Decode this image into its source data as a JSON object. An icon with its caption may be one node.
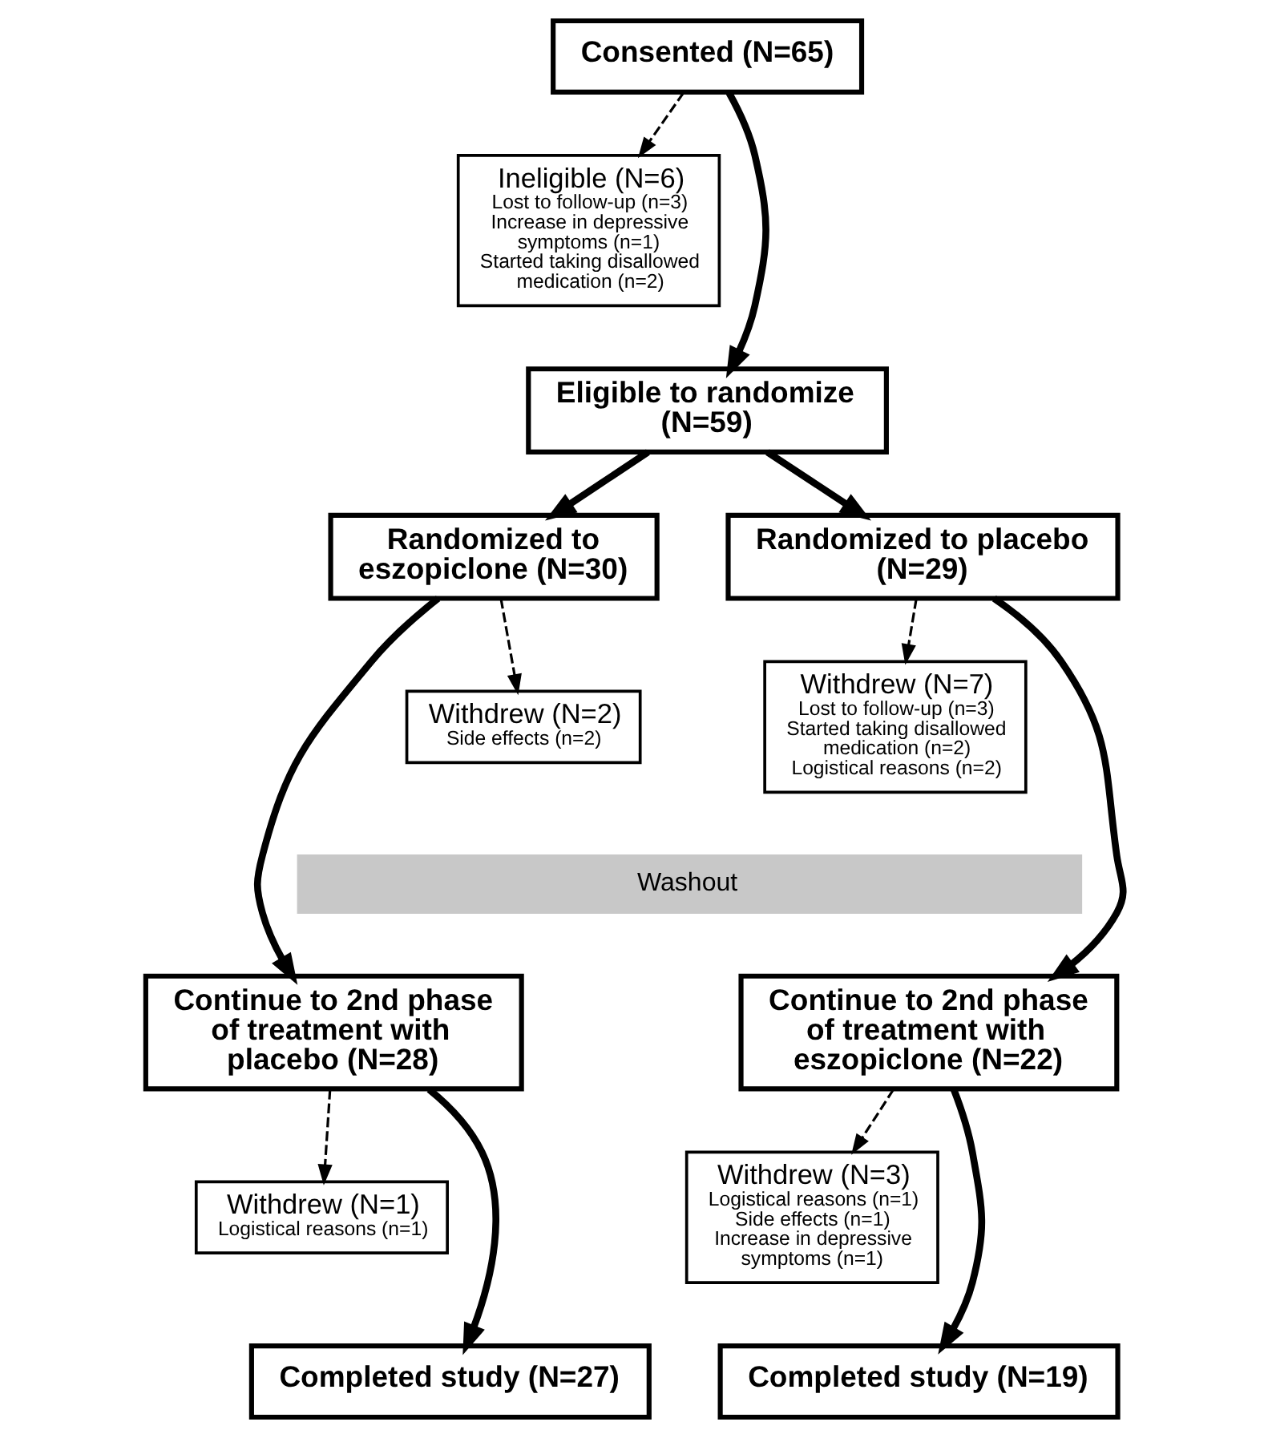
{
  "diagram": {
    "nodes": [
      {
        "text": [
          "Consented (N=65)"
        ]
      },
      {
        "text": [
          "Ineligible (N=6)",
          "Lost to follow-up (n=3)",
          "Increase in depressive symptoms (n=1)",
          "Started taking disallowed medication (n=2)"
        ]
      },
      {
        "text": [
          "Eligible to randomize (N=59)"
        ]
      },
      {
        "text": [
          "Randomized to eszopiclone (N=30)"
        ]
      },
      {
        "text": [
          "Randomized to placebo (N=29)"
        ]
      },
      {
        "text": [
          "Withdrew (N=2)",
          "Side effects (n=2)"
        ]
      },
      {
        "text": [
          "Withdrew (N=7)",
          "Lost to follow-up (n=3)",
          "Started taking disallowed medication (n=2)",
          "Logistical reasons (n=2)"
        ]
      },
      {
        "text": [
          "Washout"
        ]
      },
      {
        "text": [
          "Continue to 2nd phase of treatment with placebo (N=28)"
        ]
      },
      {
        "text": [
          "Continue to 2nd phase of treatment with eszopiclone (N=22)"
        ]
      },
      {
        "text": [
          "Withdrew (N=1)",
          "Logistical reasons (n=1)"
        ]
      },
      {
        "text": [
          "Withdrew (N=3)",
          "Logistical reasons (n=1)",
          "Side effects (n=1)",
          "Increase in depressive symptoms (n=1)"
        ]
      },
      {
        "text": [
          "Completed study (N=27)"
        ]
      },
      {
        "text": [
          "Completed study (N=19)"
        ]
      }
    ],
    "edges": [
      {
        "from": 0,
        "to": 1,
        "arrow": "to",
        "style": "dashed"
      },
      {
        "from": 0,
        "to": 2,
        "arrow": "to"
      },
      {
        "from": 2,
        "to": 3,
        "arrow": "to"
      },
      {
        "from": 2,
        "to": 4,
        "arrow": "to"
      },
      {
        "from": 3,
        "to": 5,
        "arrow": "to",
        "style": "dashed"
      },
      {
        "from": 4,
        "to": 6,
        "arrow": "to",
        "style": "dashed"
      },
      {
        "from": 3,
        "to": 8,
        "arrow": "to"
      },
      {
        "from": 4,
        "to": 9,
        "arrow": "to"
      },
      {
        "from": 8,
        "to": 10,
        "arrow": "to",
        "style": "dashed"
      },
      {
        "from": 9,
        "to": 11,
        "arrow": "to",
        "style": "dashed"
      },
      {
        "from": 8,
        "to": 12,
        "arrow": "to"
      },
      {
        "from": 9,
        "to": 13,
        "arrow": "to"
      }
    ]
  }
}
